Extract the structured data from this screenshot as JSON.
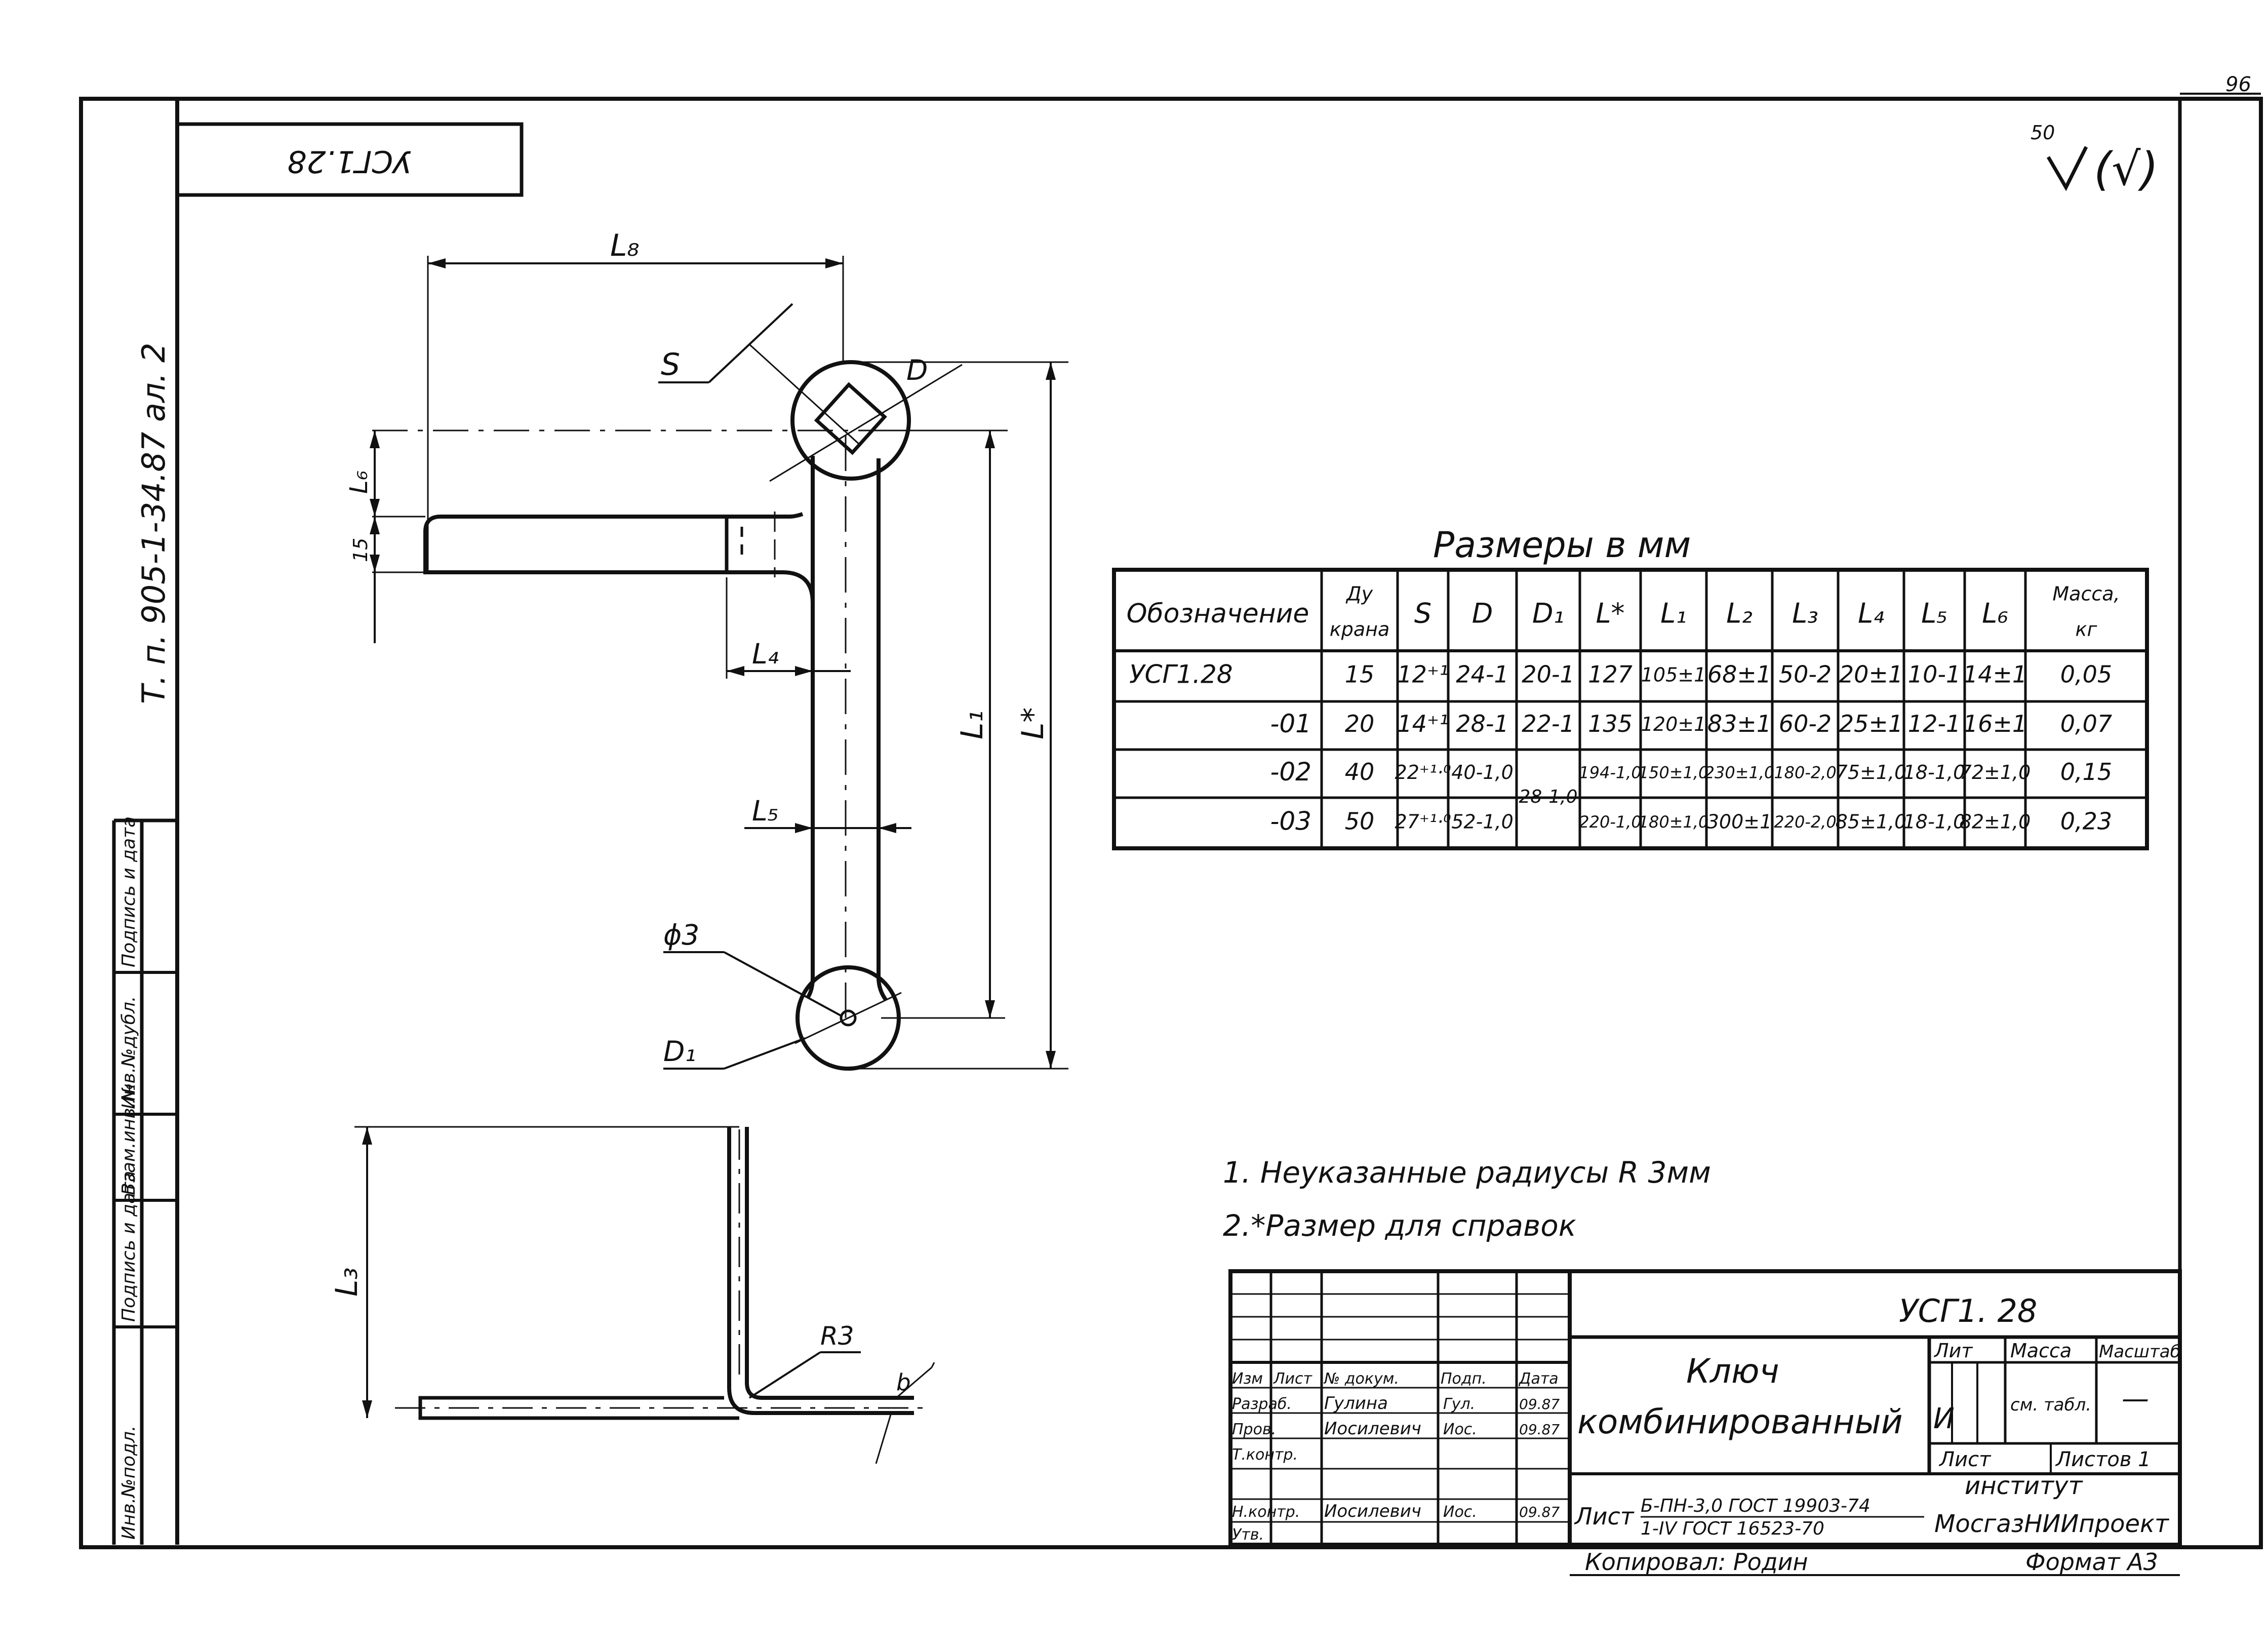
{
  "page_number": "96",
  "surface_mark": {
    "value": "50",
    "suffix": "(√)"
  },
  "corner_stamp": "УСГ1.28",
  "side_ref": "Т. п. 905-1-34.87   ал. 2",
  "side_columns": [
    "Инв.№подл.",
    "Подпись и дата",
    "Взам.инв.№",
    "Инв.№дубл.",
    "Подпись и дата"
  ],
  "dims": {
    "L8": "L₈",
    "S": "S",
    "D": "D",
    "L6": "L₆",
    "d15": "15",
    "L4": "L₄",
    "L1": "L₁",
    "Lstar": "L*",
    "L5": "L₅",
    "phi3": "ϕ3",
    "D1": "D₁",
    "L3": "L₃",
    "R3": "R3",
    "b": "b"
  },
  "table": {
    "caption": "Размеры в мм",
    "headers": [
      "Обозначение",
      "Ду крана",
      "S",
      "D",
      "D₁",
      "L*",
      "L₁",
      "L₂",
      "L₃",
      "L₄",
      "L₅",
      "L₆",
      "Масса, кг"
    ],
    "rows": [
      [
        "УСГ1.28",
        "15",
        "12⁺¹",
        "24-1",
        "20-1",
        "127",
        "105±1",
        "68±1",
        "50-2",
        "20±1",
        "10-1",
        "14±1",
        "0,05"
      ],
      [
        "-01",
        "20",
        "14⁺¹",
        "28-1",
        "22-1",
        "135",
        "120±1",
        "83±1",
        "60-2",
        "25±1",
        "12-1",
        "16±1",
        "0,07"
      ],
      [
        "-02",
        "40",
        "22⁺¹·⁰",
        "40-1,0",
        "",
        "194-1,0",
        "150±1,0",
        "230±1,0",
        "180-2,0",
        "75±1,0",
        "18-1,0",
        "72±1,0",
        "0,15"
      ],
      [
        "-03",
        "50",
        "27⁺¹·⁰",
        "52-1,0",
        "",
        "220-1,0",
        "180±1,0",
        "300±1",
        "220-2,0",
        "85±1,0",
        "18-1,0",
        "82±1,0",
        "0,23"
      ]
    ],
    "merged_d1": "28-1,0"
  },
  "notes": [
    "1.  Неуказанные  радиусы  R 3мм",
    "2.*Размер  для  справок"
  ],
  "title_block": {
    "code": "УСГ1. 28",
    "name_line1": "Ключ",
    "name_line2": "комбинированный",
    "head": [
      "Изм",
      "Лист",
      "№ докум.",
      "Подп.",
      "Дата"
    ],
    "people": [
      {
        "role": "Разраб.",
        "name": "Гулина",
        "sign": "Гул.",
        "date": "09.87"
      },
      {
        "role": "Пров.",
        "name": "Иосилевич",
        "sign": "Иос.",
        "date": "09.87"
      },
      {
        "role": "Т.контр.",
        "name": "",
        "sign": "",
        "date": ""
      },
      {
        "role": "Н.контр.",
        "name": "Иосилевич",
        "sign": "Иос.",
        "date": "09.87"
      },
      {
        "role": "Утв.",
        "name": "",
        "sign": "",
        "date": ""
      }
    ],
    "material_prefix": "Лист",
    "material_line1": "Б-ПН-3,0 ГОСТ 19903-74",
    "material_line2": "1-IV  ГОСТ 16523-70",
    "lit_label": "Лит",
    "mass_label": "Масса",
    "scale_label": "Масштаб",
    "lit_value": "И",
    "mass_value": "см. табл.",
    "scale_value": "—",
    "sheet_label": "Лист",
    "sheets_label": "Листов 1",
    "org_line1": "институт",
    "org_line2": "МосгазНИИпроект"
  },
  "copied_by": "Копировал:  Родин",
  "format": "Формат А3"
}
